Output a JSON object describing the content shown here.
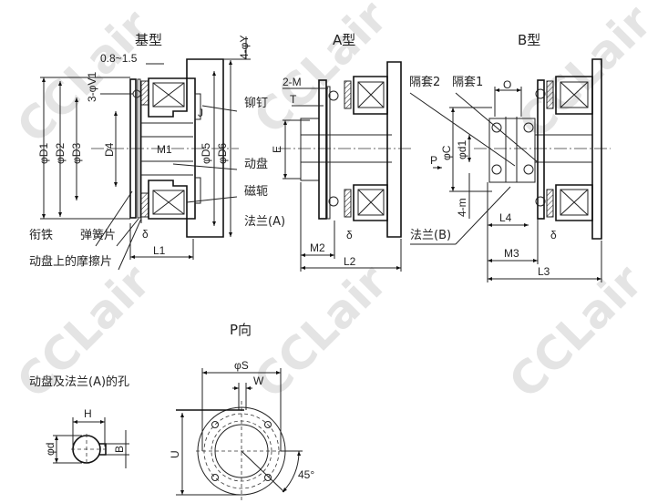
{
  "watermark": "CCLair",
  "basic": {
    "title": "基型",
    "gap": "0.8~1.5",
    "bolt_y": "4-φY",
    "bolt_v1": "3-φV1",
    "d1": "φD1",
    "d2": "φD2",
    "d3": "φD3",
    "d4": "D4",
    "m1": "M1",
    "d5": "φD5",
    "d6": "φD6",
    "j": "J",
    "delta": "δ",
    "l1": "L1",
    "rivet": "铆钉",
    "moving_disc": "动盘",
    "yoke": "磁轭",
    "flange_a": "法兰(A)",
    "armature": "衔铁",
    "spring_plate": "弹簧片",
    "friction_plate": "动盘上的摩擦片"
  },
  "type_a": {
    "title": "A型",
    "two_m": "2-M",
    "t": "T",
    "e": "E",
    "m2": "M2",
    "delta": "δ",
    "l2": "L2"
  },
  "type_b": {
    "title": "B型",
    "spacer2": "隔套2",
    "spacer1": "隔套1",
    "o": "O",
    "p": "P",
    "c": "φC",
    "d1": "φd1",
    "four_m": "4-m",
    "l4": "L4",
    "flange_b": "法兰(B)",
    "m3": "M3",
    "delta": "δ",
    "l3": "L3"
  },
  "hole_detail": {
    "title": "动盘及法兰(A)的孔",
    "h": "H",
    "d": "φd",
    "b": "B"
  },
  "p_view": {
    "title": "P向",
    "s": "φS",
    "w": "W",
    "u": "U",
    "angle": "45°"
  }
}
